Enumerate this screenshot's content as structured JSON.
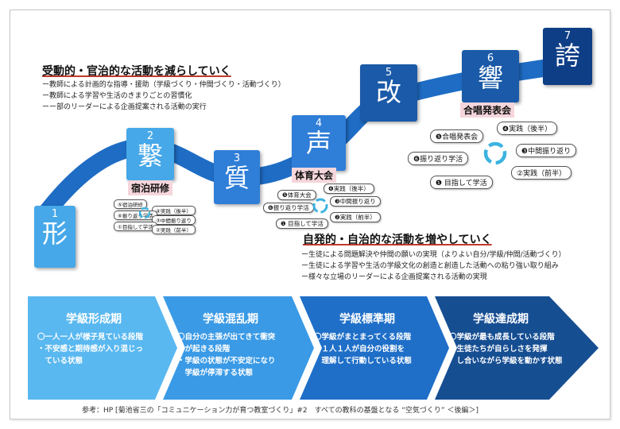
{
  "top_section": {
    "heading": "受動的・官治的な活動を減らしていく",
    "lines": [
      "ー教師による計画的な指導・援助（学級づくり・仲間づくり・活動づくり）",
      "ー教師による学習や生活のきまりごとの習慣化",
      "ーー部のリーダーによる企画提案される活動の実行"
    ]
  },
  "mid_section": {
    "heading": "自発的・自治的な活動を増やしていく",
    "lines": [
      "ー生徒による問題解決や仲間の願いの実現（よりよい自分/学級/仲間/活動づくり）",
      "ー生徒による学習や生活の学級文化の創造と創造した活動への粘り強い取り組み",
      "ー様々な立場のリーダーによる企画提案される活動の実現"
    ]
  },
  "steps": [
    {
      "num": "1",
      "kanji": "形"
    },
    {
      "num": "2",
      "kanji": "繋"
    },
    {
      "num": "3",
      "kanji": "質"
    },
    {
      "num": "4",
      "kanji": "声"
    },
    {
      "num": "5",
      "kanji": "改"
    },
    {
      "num": "6",
      "kanji": "響"
    },
    {
      "num": "7",
      "kanji": "誇"
    }
  ],
  "events": {
    "e2": "宿泊研修",
    "e4": "体育大会",
    "e6": "合唱発表会"
  },
  "cycle_small": [
    "①目指して学活",
    "②実践（前半）",
    "③中間振り返り",
    "④実践（後半）",
    "⑤宿泊研修",
    "⑥振り返り学活"
  ],
  "cycle_medium": [
    "❶ 目指して学活",
    "❷実践（前半）",
    "❸中間振り返り",
    "❹実践（後半）",
    "❺体育大会",
    "❻振り返り学活"
  ],
  "cycle_large": [
    "❶ 目指して学活",
    "②実践（前半）",
    "❸中間振り返り",
    "❹実践（後半）",
    "❺合唱発表会",
    "❻振り返り学活"
  ],
  "phases": [
    {
      "title": "学級形成期",
      "lines": [
        "〇一人一人が様子見ている段階",
        "・不安感と期待感が入り混じっ",
        "　ている状態"
      ]
    },
    {
      "title": "学級混乱期",
      "lines": [
        "〇自分の主張が出てきて衝突",
        "　が起きる段階",
        "・学級の状態が不安定になり",
        "　学級が停滞する状態"
      ]
    },
    {
      "title": "学級標準期",
      "lines": [
        "〇学級がまとまってくる段階",
        "・１人１人が自分の役割を",
        "　理解して行動している状態"
      ]
    },
    {
      "title": "学級達成期",
      "lines": [
        "〇学級が最も成長している段階",
        "・生徒たちが自らしさを発揮",
        "　し合いながら学級を動かす状態"
      ]
    }
  ],
  "footer": "参考：HP [菊池省三の「コミュニケーション力が育つ教室づくり」#2　すべての教科の基盤となる “空気づくり” ＜後編＞]",
  "colors": {
    "step_light": "#46a8e8",
    "step_mid": "#2f7ed8",
    "step_dark": "#1a5aa8",
    "step_navy": "#0e3e86",
    "wave": "#1e6cc4",
    "event_bg": "#f5d6dc",
    "cycle_arrow": "#3bb3e0"
  }
}
